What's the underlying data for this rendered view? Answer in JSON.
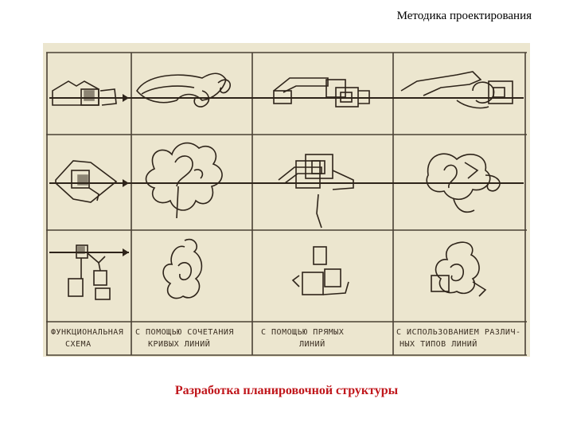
{
  "header": {
    "text": "Методика проектирования"
  },
  "figure": {
    "colors": {
      "paper": "#ece6cf",
      "ink": "#3a2e22",
      "grid": "#4a4034"
    },
    "captions": [
      {
        "line1": "ФУНКЦИОНАЛЬНАЯ",
        "line2": "СХЕМА"
      },
      {
        "line1": "С ПОМОЩЬЮ СОЧЕТАНИЯ",
        "line2": "КРИВЫХ ЛИНИЙ"
      },
      {
        "line1": "С ПОМОЩЬЮ ПРЯМЫХ",
        "line2": "ЛИНИЙ"
      },
      {
        "line1": "С ИСПОЛЬЗОВАНИЕМ РАЗЛИЧ-",
        "line2": "НЫХ ТИПОВ ЛИНИЙ"
      }
    ]
  },
  "title": {
    "text": "Разработка планировочной структуры"
  }
}
